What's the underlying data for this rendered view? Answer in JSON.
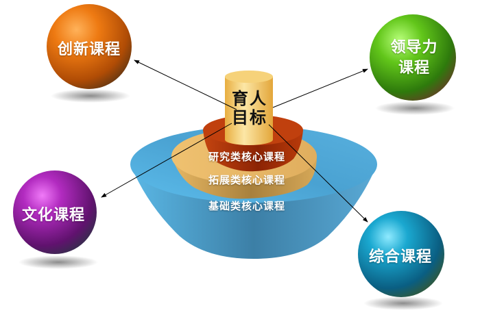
{
  "diagram": {
    "core": {
      "label_line1": "育人",
      "label_line2": "目标",
      "color": "#F3C458"
    },
    "layers": [
      {
        "label": "研究类核心课程",
        "color": "#B83A0A"
      },
      {
        "label": "拓展类核心课程",
        "color": "#E2B463"
      },
      {
        "label": "基础类核心课程",
        "color": "#4FA8D8"
      }
    ],
    "spheres": [
      {
        "id": "innovation",
        "label": "创新课程",
        "color": "#E8730C"
      },
      {
        "id": "leadership",
        "label_line1": "领导力",
        "label_line2": "课程",
        "color": "#5DC018"
      },
      {
        "id": "culture",
        "label": "文化课程",
        "color": "#9A1FA8"
      },
      {
        "id": "comprehensive",
        "label": "综合课程",
        "color": "#1A9CC4"
      }
    ]
  }
}
